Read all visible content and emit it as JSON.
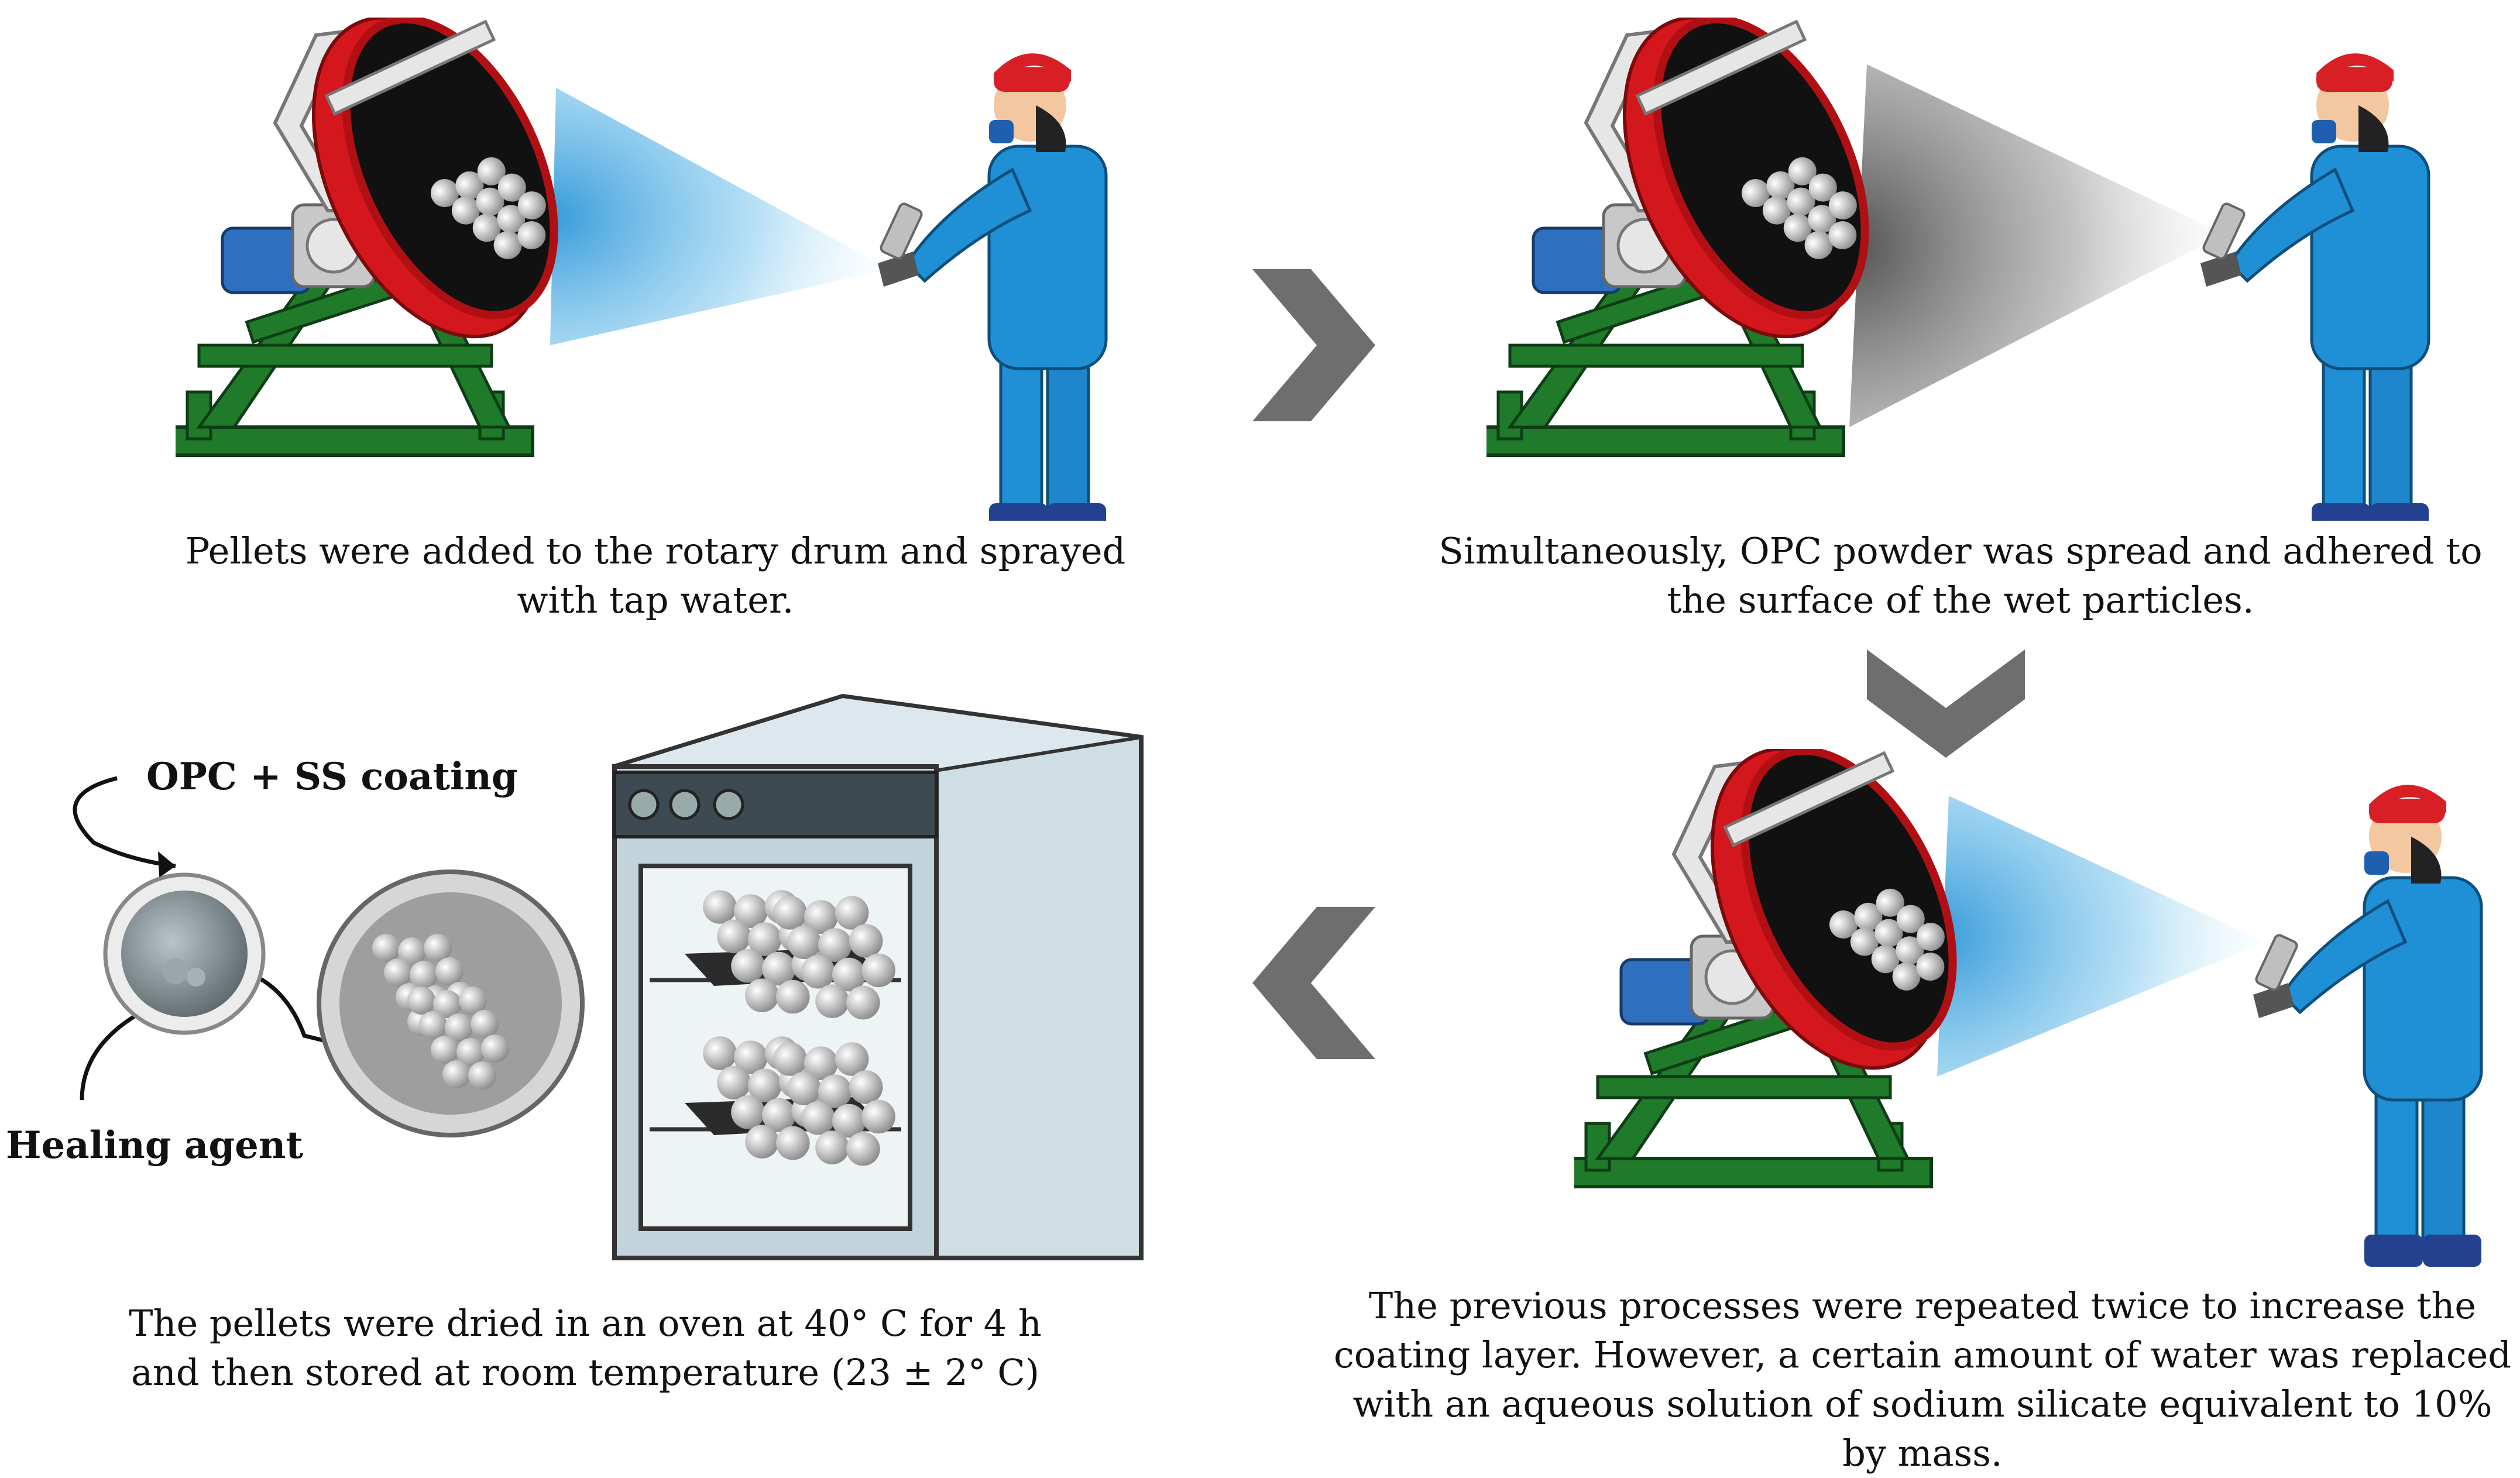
{
  "steps": [
    {
      "caption": "Pellets were added to the rotary drum and sprayed with tap water."
    },
    {
      "caption": "Simultaneously, OPC powder was spread and adhered to the surface of the wet particles."
    },
    {
      "caption": "The previous processes were repeated twice to increase the coating layer. However, a certain amount of water was replaced with an aqueous solution of sodium silicate equivalent to 10% by mass."
    },
    {
      "caption": "The pellets were dried in an oven at 40° C for 4 h and then stored at room temperature (23 ± 2° C)"
    }
  ],
  "labels": {
    "coating": "OPC + SS coating",
    "healing": "Healing agent"
  },
  "colors": {
    "frame": "#1f7a2a",
    "drum": "#d4171c",
    "worker": "#1f8fd6",
    "cap": "#d81f26",
    "arrow": "#6e6e6e",
    "water_spray": "#5bb8e8",
    "powder_spray": "#4d4d4d",
    "oven": "#cfdde4"
  }
}
